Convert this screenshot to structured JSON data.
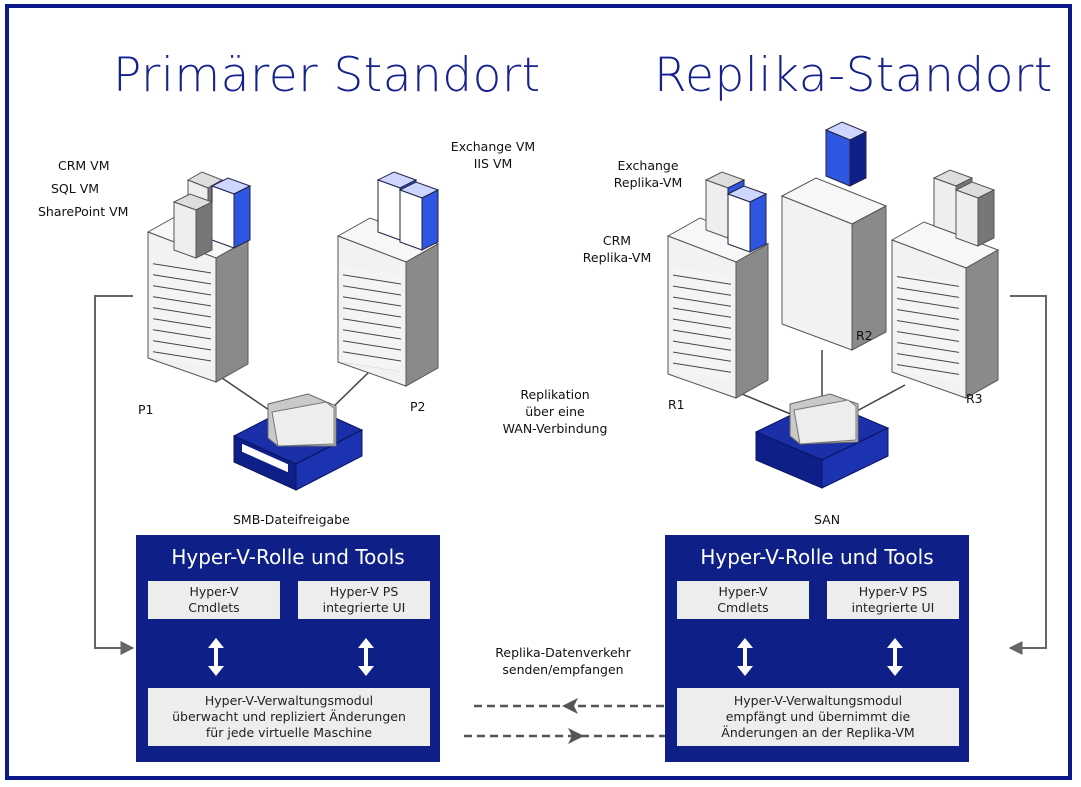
{
  "sites": {
    "primary_title": "Primärer Standort",
    "replica_title": "Replika-Standort"
  },
  "primary": {
    "vm_labels": [
      "CRM VM",
      "SQL VM",
      "SharePoint VM"
    ],
    "vm_labels_p2": [
      "Exchange VM",
      "IIS VM"
    ],
    "server_p1": "P1",
    "server_p2": "P2",
    "storage_label": "SMB-Dateifreigabe"
  },
  "replica": {
    "vm_label_exchange": [
      "Exchange",
      "Replika-VM"
    ],
    "vm_label_crm": [
      "CRM",
      "Replika-VM"
    ],
    "server_r1": "R1",
    "server_r2": "R2",
    "server_r3": "R3",
    "storage_label": "SAN"
  },
  "middle": {
    "replication_text": [
      "Replikation",
      "über eine",
      "WAN-Verbindung"
    ],
    "traffic_text": [
      "Replika-Datenverkehr",
      "senden/empfangen"
    ]
  },
  "panel_left": {
    "title": "Hyper-V-Rolle und Tools",
    "box1": [
      "Hyper-V",
      "Cmdlets"
    ],
    "box2": [
      "Hyper-V PS",
      "integrierte UI"
    ],
    "box3": [
      "Hyper-V-Verwaltungsmodul",
      "überwacht und repliziert Änderungen",
      "für jede virtuelle Maschine"
    ]
  },
  "panel_right": {
    "title": "Hyper-V-Rolle und Tools",
    "box1": [
      "Hyper-V",
      "Cmdlets"
    ],
    "box2": [
      "Hyper-V PS",
      "integrierte UI"
    ],
    "box3": [
      "Hyper-V-Verwaltungsmodul",
      "empfängt und übernimmt die",
      "Änderungen an der Replika-VM"
    ]
  },
  "colors": {
    "brand_blue": "#0e2088",
    "vm_blue": "#2f56e0",
    "server_gray": "#e9e9e9",
    "box_gray": "#ededed"
  }
}
